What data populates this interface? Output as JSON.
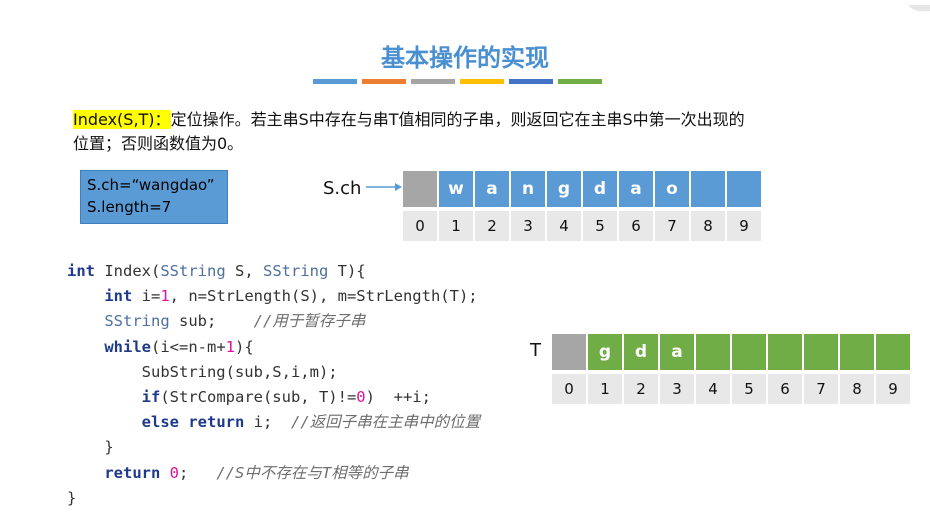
{
  "title": "基本操作的实现",
  "accent_bars": [
    "#5b9bd5",
    "#ed7d31",
    "#a5a5a5",
    "#ffc000",
    "#4472c4",
    "#70ad47"
  ],
  "intro": {
    "highlight": "Index(S,T)：",
    "line1_rest": "定位操作。若主串S中存在与串T值相同的子串，则返回它在主串S中第一次出现的",
    "line2": "位置；否则函数值为0。"
  },
  "infobox": {
    "line1": "S.ch=“wangdao”",
    "line2": "S.length=7"
  },
  "s_array": {
    "label": "S.ch",
    "cells": [
      "",
      "w",
      "a",
      "n",
      "g",
      "d",
      "a",
      "o",
      "",
      ""
    ],
    "indices": [
      "0",
      "1",
      "2",
      "3",
      "4",
      "5",
      "6",
      "7",
      "8",
      "9"
    ],
    "color": "#5b9bd5",
    "unused_color": "#a6a6a6"
  },
  "t_array": {
    "label": "T",
    "cells": [
      "",
      "g",
      "d",
      "a",
      "",
      "",
      "",
      "",
      "",
      ""
    ],
    "indices": [
      "0",
      "1",
      "2",
      "3",
      "4",
      "5",
      "6",
      "7",
      "8",
      "9"
    ],
    "color": "#70ad47",
    "unused_color": "#a6a6a6"
  },
  "code": {
    "l1": {
      "kw": "int",
      "rest1": " Index(",
      "ty1": "SString",
      "rest2": " S, ",
      "ty2": "SString",
      "rest3": " T){"
    },
    "l2": {
      "kw": "int",
      "a": " i=",
      "n1": "1",
      "b": ", n=StrLength(S), m=StrLength(T);"
    },
    "l3": {
      "ty": "SString",
      "a": " sub;    ",
      "cm": "//用于暂存子串"
    },
    "l4": {
      "kw": "while",
      "a": "(i<=n-m+",
      "n1": "1",
      "b": "){"
    },
    "l5": {
      "a": "SubString(sub,S,i,m);"
    },
    "l6": {
      "kw": "if",
      "a": "(StrCompare(sub, T)!=",
      "n1": "0",
      "b": ")  ++i;"
    },
    "l7": {
      "kw1": "else",
      "sp": " ",
      "kw2": "return",
      "a": " i;  ",
      "cm": "//返回子串在主串中的位置"
    },
    "l8": {
      "a": "}"
    },
    "l9": {
      "kw": "return",
      "sp": " ",
      "n1": "0",
      "a": ";   ",
      "cm": "//S中不存在与T相等的子串"
    },
    "l10": {
      "a": "}"
    }
  }
}
